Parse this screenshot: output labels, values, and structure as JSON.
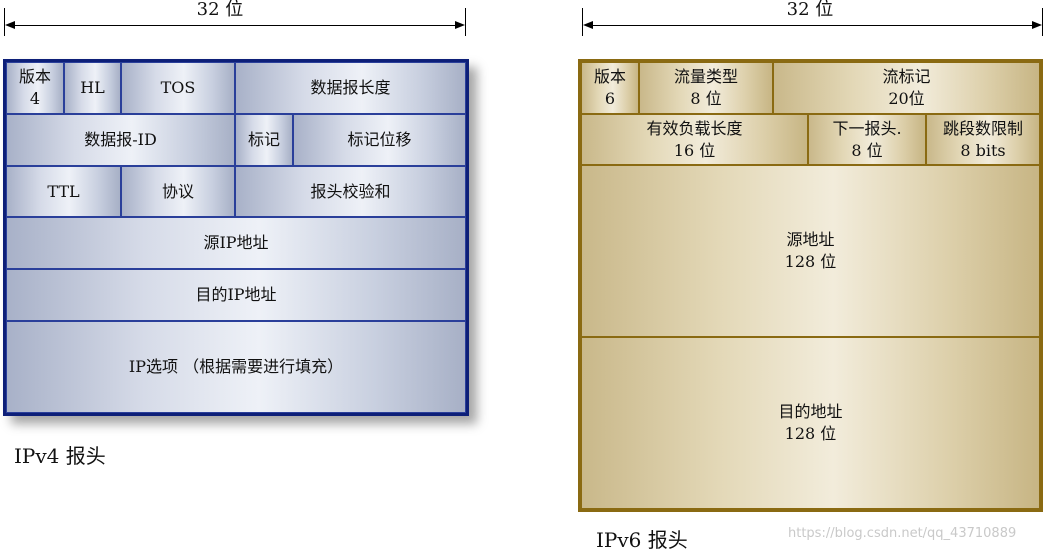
{
  "ipv4": {
    "width_label": "32 位",
    "caption": "IPv4 报头",
    "fields": {
      "version": [
        "版本",
        "4"
      ],
      "hl": "HL",
      "tos": "TOS",
      "total_length": "数据报长度",
      "id": "数据报-ID",
      "flags": "标记",
      "fragment_offset": "标记位移",
      "ttl": "TTL",
      "protocol": "协议",
      "checksum": "报头校验和",
      "src": "源IP地址",
      "dst": "目的IP地址",
      "options": "IP选项 （根据需要进行填充）"
    }
  },
  "ipv6": {
    "width_label": "32 位",
    "caption": "IPv6 报头",
    "fields": {
      "version": [
        "版本",
        "6"
      ],
      "traffic_class": [
        "流量类型",
        "8 位"
      ],
      "flow_label": [
        "流标记",
        "20位"
      ],
      "payload_length": [
        "有效负载长度",
        "16 位"
      ],
      "next_header": [
        "下一报头.",
        "8 位"
      ],
      "hop_limit": [
        "跳段数限制",
        "8 bits"
      ],
      "src": [
        "源地址",
        "128 位"
      ],
      "dst": [
        "目的地址",
        "128 位"
      ]
    }
  },
  "watermark": "https://blog.csdn.net/qq_43710889"
}
